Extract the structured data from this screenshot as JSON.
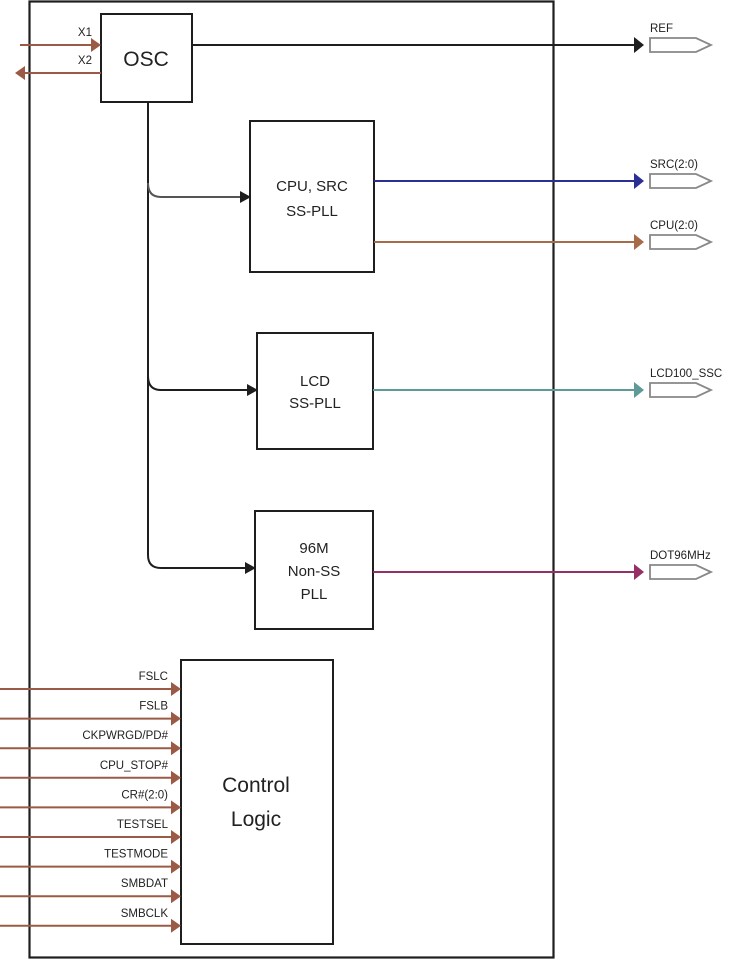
{
  "diagram": {
    "type": "clock-generator-block-diagram",
    "colors": {
      "outline": "#1e1e1e",
      "osc_inputs": "#9b5a45",
      "ref": "#1e1e1e",
      "src": "#2b2f94",
      "cpu": "#a86b4a",
      "lcd": "#5e9a98",
      "dot": "#962f66",
      "control_inputs": "#9b5a45",
      "internal_feed": "#555555",
      "pin_box": "#888888"
    },
    "blocks": {
      "osc": {
        "lines": [
          "OSC"
        ]
      },
      "cpu_src_pll": {
        "lines": [
          "CPU, SRC",
          "SS-PLL"
        ]
      },
      "lcd_pll": {
        "lines": [
          "LCD",
          "SS-PLL"
        ]
      },
      "pll_96m": {
        "lines": [
          "96M",
          "Non-SS",
          "PLL"
        ]
      },
      "control_logic": {
        "lines": [
          "Control",
          "Logic"
        ]
      }
    },
    "osc_pins": [
      {
        "label": "X1",
        "direction": "in"
      },
      {
        "label": "X2",
        "direction": "out"
      }
    ],
    "outputs": [
      {
        "label": "REF",
        "source": "osc",
        "color_key": "ref"
      },
      {
        "label": "SRC(2:0)",
        "source": "cpu_src_pll",
        "color_key": "src"
      },
      {
        "label": "CPU(2:0)",
        "source": "cpu_src_pll",
        "color_key": "cpu"
      },
      {
        "label": "LCD100_SSC",
        "source": "lcd_pll",
        "color_key": "lcd"
      },
      {
        "label": "DOT96MHz",
        "source": "pll_96m",
        "color_key": "dot"
      }
    ],
    "control_inputs": [
      "FSLC",
      "FSLB",
      "CKPWRGD/PD#",
      "CPU_STOP#",
      "CR#(2:0)",
      "TESTSEL",
      "TESTMODE",
      "SMBDAT",
      "SMBCLK"
    ]
  }
}
